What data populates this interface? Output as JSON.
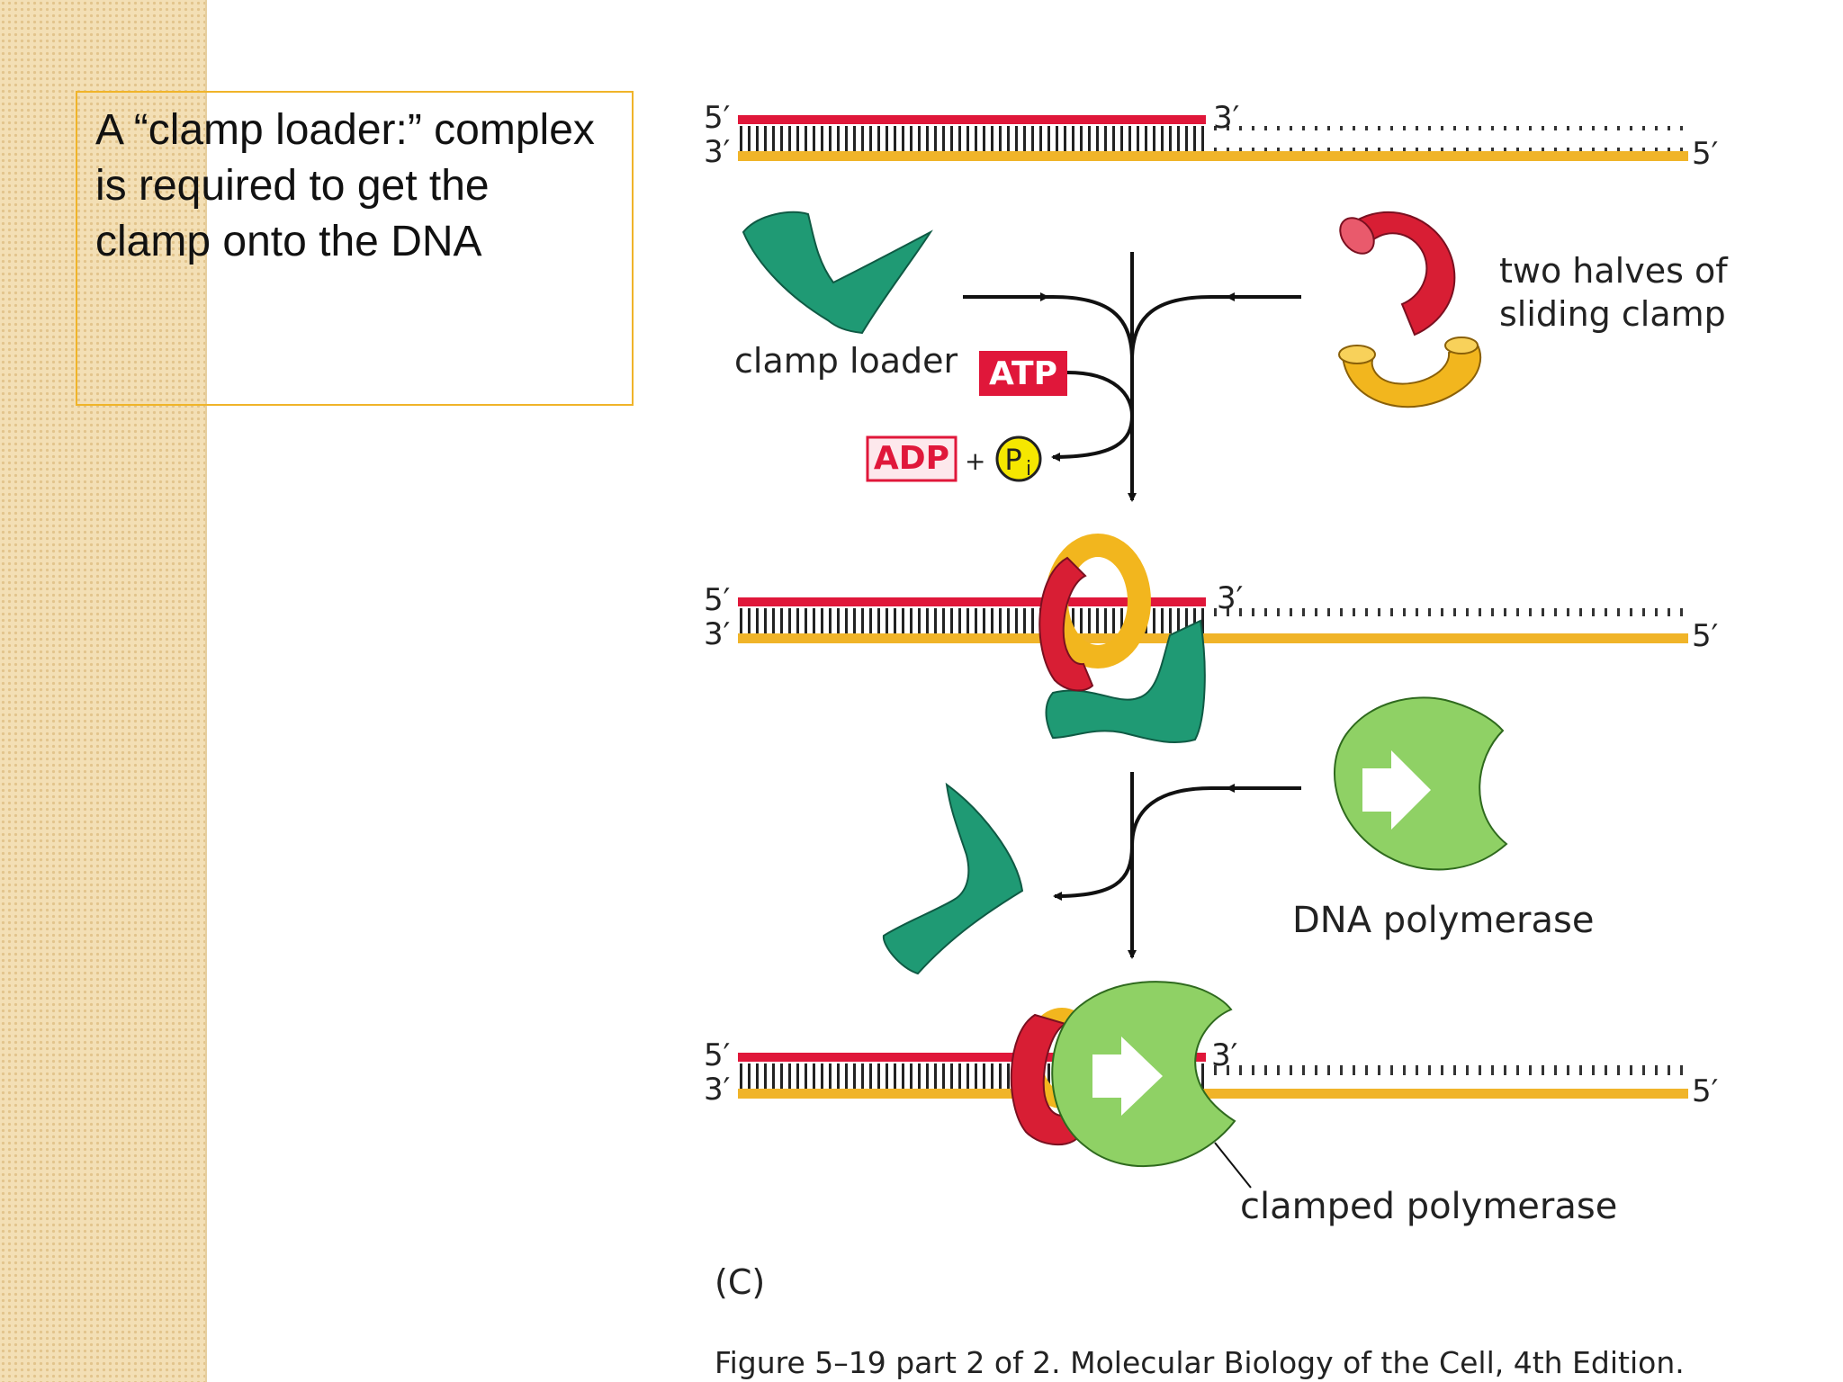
{
  "callout": {
    "text": "A “clamp loader:” complex is required to get the clamp onto the DNA"
  },
  "figure": {
    "strand_ends": {
      "top_5": "5′",
      "top_3": "3′",
      "bottom_3": "3′",
      "bottom_5": "5′"
    },
    "labels": {
      "clamp_loader": "clamp loader",
      "atp": "ATP",
      "adp": "ADP",
      "plus": "+",
      "pi": "P",
      "pi_sub": "i",
      "sliding_clamp_line1": "two halves of",
      "sliding_clamp_line2": "sliding clamp",
      "dna_polymerase": "DNA polymerase",
      "clamped_polymerase": "clamped polymerase"
    },
    "panel_letter": "(C)",
    "caption": "Figure 5–19 part 2 of 2. Molecular Biology of the Cell, 4th Edition."
  },
  "colors": {
    "primer_strand": "#e0173a",
    "template_strand": "#f0b429",
    "clamp_red": "#d81e34",
    "clamp_yellow": "#f2b61e",
    "clamp_loader": "#1f9a74",
    "polymerase": "#8fd165",
    "callout_border": "#f0b429"
  }
}
